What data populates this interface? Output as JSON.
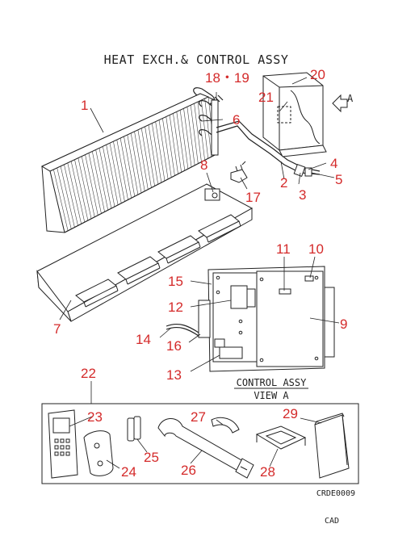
{
  "title": "HEAT EXCH.& CONTROL ASSY",
  "view_title": "CONTROL ASSY",
  "view_subtitle": "VIEW A",
  "arrow_label": "A",
  "drawing_code": "CRDE0009",
  "footer": "CAD",
  "part_labels": {
    "p1": "1",
    "p2": "2",
    "p3": "3",
    "p4": "4",
    "p5": "5",
    "p6": "6",
    "p7": "7",
    "p8": "8",
    "p9": "9",
    "p10": "10",
    "p11": "11",
    "p12": "12",
    "p13": "13",
    "p14": "14",
    "p15": "15",
    "p16": "16",
    "p17": "17",
    "p1819": "18・19",
    "p20": "20",
    "p21": "21",
    "p22": "22",
    "p23": "23",
    "p24": "24",
    "p25": "25",
    "p26": "26",
    "p27": "27",
    "p28": "28",
    "p29": "29"
  },
  "colors": {
    "label": "#d42a2a",
    "line": "#222222"
  }
}
